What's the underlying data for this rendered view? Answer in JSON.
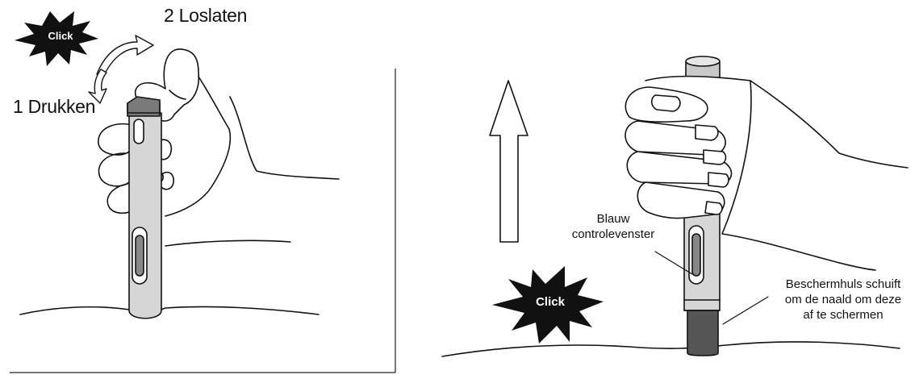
{
  "left_panel": {
    "release_label": "2 Loslaten",
    "press_label": "1 Drukken",
    "click_label": "Click"
  },
  "right_panel": {
    "click_label": "Click",
    "window_label_line1": "Blauw",
    "window_label_line2": "controlevenster",
    "sleeve_label_line1": "Beschermhuls schuift",
    "sleeve_label_line2": "om de naald om deze",
    "sleeve_label_line3": "af te schermen"
  },
  "colors": {
    "ink": "#111111",
    "pen_body": "#d6d6d6",
    "pen_cap": "#7a7a7a",
    "needle_shield": "#555555",
    "burst": "#111111"
  }
}
